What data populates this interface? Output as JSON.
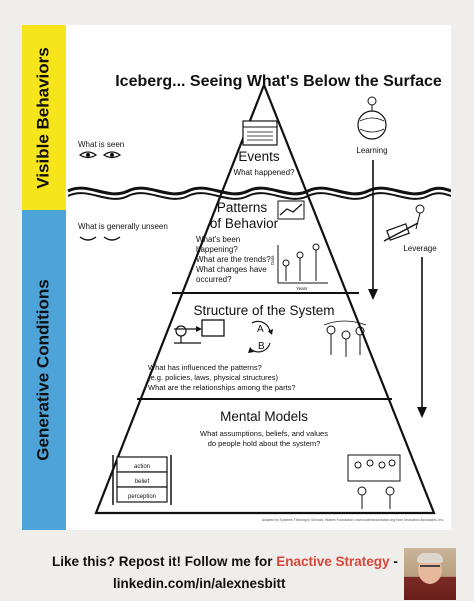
{
  "sidebar": {
    "top_label": "Visible Behaviors",
    "bottom_label": "Generative Conditions"
  },
  "title": "Iceberg... Seeing What's Below the Surface",
  "left_notes": {
    "seen": "What is seen",
    "unseen": "What is generally unseen"
  },
  "levels": {
    "events": {
      "heading": "Events",
      "q1": "What happened?"
    },
    "patterns": {
      "heading1": "Patterns",
      "heading2": "of Behavior",
      "q1": "What's been",
      "q2": "happening?",
      "q3": "What are the trends?",
      "q4": "What changes have",
      "q5": "occurred?",
      "axis_y": "Data",
      "axis_x": "Years"
    },
    "structure": {
      "heading": "Structure of the System",
      "q1": "What has influenced the patterns?",
      "q2": "(e.g. policies, laws, physical structures)",
      "q3": "What are the relationships among the parts?",
      "node_a": "A",
      "node_b": "B"
    },
    "mental": {
      "heading": "Mental Models",
      "q1": "What assumptions, beliefs, and values",
      "q2": "do people hold about the system?",
      "stack": [
        "action",
        "belief",
        "perception"
      ]
    }
  },
  "right_notes": {
    "learning": "Learning",
    "leverage": "Leverage"
  },
  "credit": "Adapted by Systems Thinking in Schools: Waters Foundation, www.watersfoundation.org  from Innovation Associates, Inc.",
  "footer": {
    "line1_a": "Like this? Repost it!  Follow me for ",
    "line1_accent": "Enactive Strategy",
    "line1_b": " -",
    "line2": "linkedin.com/in/alexnesbitt"
  }
}
